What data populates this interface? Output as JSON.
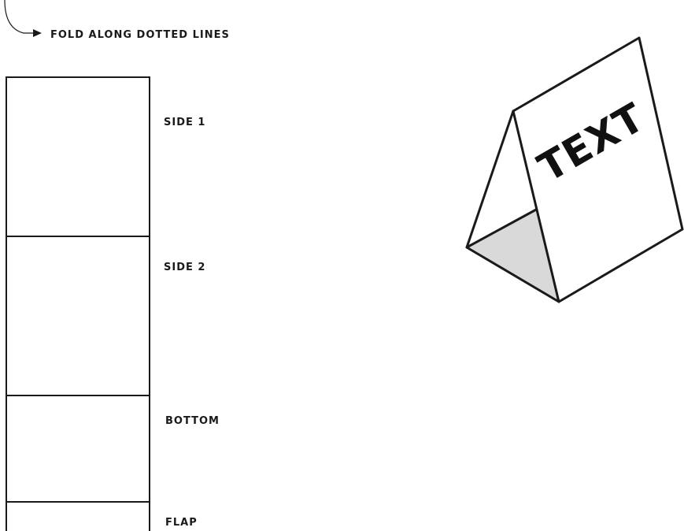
{
  "instruction": {
    "text": "FOLD ALONG DOTTED LINES",
    "icon": "curved-arrow-icon"
  },
  "template": {
    "panels": [
      {
        "label": "SIDE 1"
      },
      {
        "label": "SIDE 2"
      },
      {
        "label": "BOTTOM"
      },
      {
        "label": "FLAP"
      }
    ]
  },
  "illustration": {
    "text": "TEXT",
    "shading_color": "#d9d9d9",
    "stroke_color": "#1a1a1a"
  }
}
